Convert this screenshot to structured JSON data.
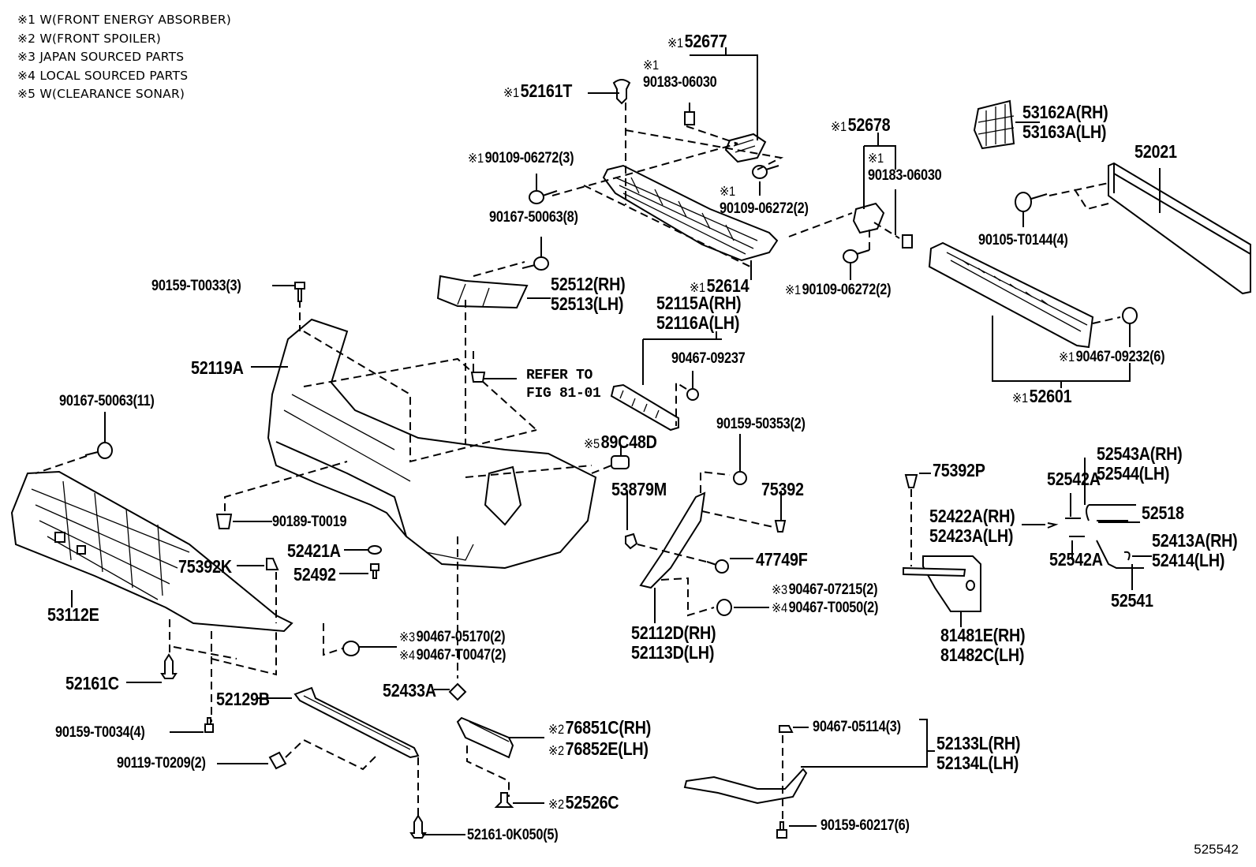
{
  "legend": [
    {
      "mark": "※1",
      "text": "W(FRONT ENERGY ABSORBER)"
    },
    {
      "mark": "※2",
      "text": "W(FRONT SPOILER)"
    },
    {
      "mark": "※3",
      "text": "JAPAN SOURCED PARTS"
    },
    {
      "mark": "※4",
      "text": "LOCAL SOURCED PARTS"
    },
    {
      "mark": "※5",
      "text": "W(CLEARANCE SONAR)"
    }
  ],
  "figure_number": "525542",
  "parts": {
    "p52677": {
      "mark": "※1",
      "number": "52677"
    },
    "p90183_a": {
      "mark": "※1",
      "number": "90183-06030"
    },
    "p52161T": {
      "mark": "※1",
      "number": "52161T"
    },
    "p90109_3": {
      "mark": "※1",
      "number": "90109-06272(3)"
    },
    "p90109_2a": {
      "mark": "※1",
      "number": "90109-06272(2)"
    },
    "p90167_8": {
      "mark": "",
      "number": "90167-50063(8)"
    },
    "p52614": {
      "mark": "※1",
      "number": "52614"
    },
    "p52678": {
      "mark": "※1",
      "number": "52678"
    },
    "p90183_b": {
      "mark": "※1",
      "number": "90183-06030"
    },
    "p90109_2b": {
      "mark": "※1",
      "number": "90109-06272(2)"
    },
    "p53162A": {
      "rh": "53162A(RH)",
      "lh": "53163A(LH)"
    },
    "p52021": {
      "number": "52021"
    },
    "p90105": {
      "number": "90105-T0144(4)"
    },
    "p90467_09232": {
      "mark": "※1",
      "number": "90467-09232(6)"
    },
    "p52601": {
      "mark": "※1",
      "number": "52601"
    },
    "p90159_T0033": {
      "number": "90159-T0033(3)"
    },
    "p52512": {
      "rh": "52512(RH)",
      "lh": "52513(LH)"
    },
    "p52115A": {
      "rh": "52115A(RH)",
      "lh": "52116A(LH)"
    },
    "p90467_09237": {
      "number": "90467-09237"
    },
    "p52119A": {
      "number": "52119A"
    },
    "refer": {
      "line1": "REFER TO",
      "line2": "FIG 81-01"
    },
    "p90167_11": {
      "number": "90167-50063(11)"
    },
    "p90159_50353": {
      "number": "90159-50353(2)"
    },
    "p89C48D": {
      "mark": "※5",
      "number": "89C48D"
    },
    "p53879M": {
      "number": "53879M"
    },
    "p75392": {
      "number": "75392"
    },
    "p90189": {
      "number": "90189-T0019"
    },
    "p52421A": {
      "number": "52421A"
    },
    "p52492": {
      "number": "52492"
    },
    "p75392K": {
      "number": "75392K"
    },
    "p47749F": {
      "number": "47749F"
    },
    "p53112E": {
      "number": "53112E"
    },
    "p90467_07215": {
      "mark": "※3",
      "number": "90467-07215(2)"
    },
    "p90467_T0050": {
      "mark": "※4",
      "number": "90467-T0050(2)"
    },
    "p52112D": {
      "rh": "52112D(RH)",
      "lh": "52113D(LH)"
    },
    "p90467_05170": {
      "mark": "※3",
      "number": "90467-05170(2)"
    },
    "p90467_T0047": {
      "mark": "※4",
      "number": "90467-T0047(2)"
    },
    "p52161C": {
      "number": "52161C"
    },
    "p52129B": {
      "number": "52129B"
    },
    "p52433A": {
      "number": "52433A"
    },
    "p90159_T0034": {
      "number": "90159-T0034(4)"
    },
    "p90119": {
      "number": "90119-T0209(2)"
    },
    "p76851C": {
      "mark1": "※2",
      "rh": "76851C(RH)",
      "mark2": "※2",
      "lh": "76852E(LH)"
    },
    "p52526C": {
      "mark": "※2",
      "number": "52526C"
    },
    "p52161_0K050": {
      "number": "52161-0K050(5)"
    },
    "p75392P": {
      "number": "75392P"
    },
    "p52543A": {
      "rh": "52543A(RH)",
      "lh": "52544(LH)"
    },
    "p52542A_a": {
      "number": "52542A"
    },
    "p52542A_b": {
      "number": "52542A"
    },
    "p52518": {
      "number": "52518"
    },
    "p52422A": {
      "rh": "52422A(RH)",
      "lh": "52423A(LH)"
    },
    "p52413A": {
      "rh": "52413A(RH)",
      "lh": "52414(LH)"
    },
    "p52541": {
      "number": "52541"
    },
    "p81481E": {
      "rh": "81481E(RH)",
      "lh": "81482C(LH)"
    },
    "p90467_05114": {
      "number": "90467-05114(3)"
    },
    "p52133L": {
      "rh": "52133L(RH)",
      "lh": "52134L(LH)"
    },
    "p90159_60217": {
      "number": "90159-60217(6)"
    }
  }
}
